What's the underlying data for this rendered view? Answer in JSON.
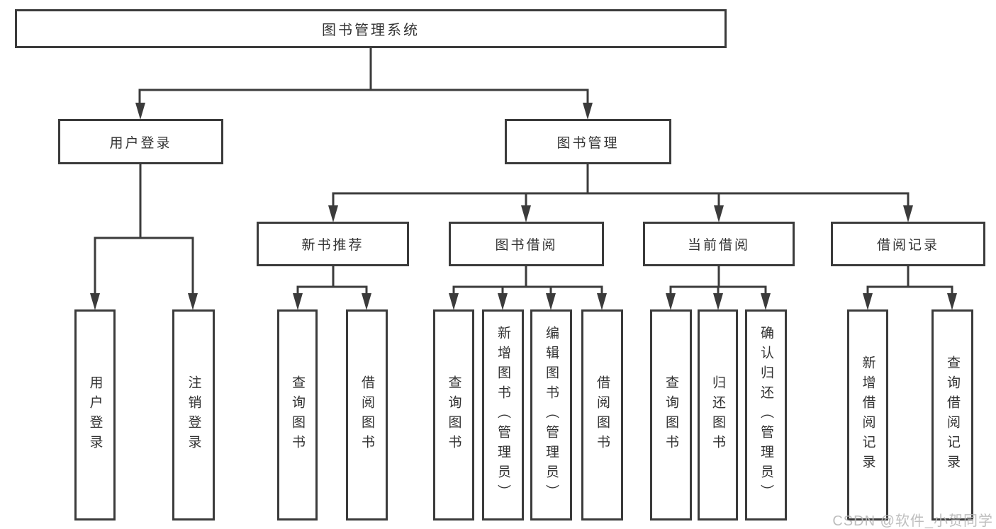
{
  "colors": {
    "line": "#3b3b3b",
    "text": "#333333",
    "box_fill": "#ffffff",
    "background": "#ffffff",
    "watermark": "#b9b9b9"
  },
  "watermark": {
    "text": "CSDN @软件_小贺同学"
  },
  "tree": {
    "root": {
      "label": "图书管理系统",
      "children": [
        {
          "label": "用户登录",
          "children": [
            {
              "label": "用户登录"
            },
            {
              "label": "注销登录"
            }
          ]
        },
        {
          "label": "图书管理",
          "children": [
            {
              "label": "新书推荐",
              "children": [
                {
                  "label": "查询图书"
                },
                {
                  "label": "借阅图书"
                }
              ]
            },
            {
              "label": "图书借阅",
              "children": [
                {
                  "label": "查询图书"
                },
                {
                  "label": "新增图书（管理员）"
                },
                {
                  "label": "编辑图书（管理员）"
                },
                {
                  "label": "借阅图书"
                }
              ]
            },
            {
              "label": "当前借阅",
              "children": [
                {
                  "label": "查询图书"
                },
                {
                  "label": "归还图书"
                },
                {
                  "label": "确认归还（管理员）"
                }
              ]
            },
            {
              "label": "借阅记录",
              "children": [
                {
                  "label": "新增借阅记录"
                },
                {
                  "label": "查询借阅记录"
                }
              ]
            }
          ]
        }
      ]
    }
  }
}
